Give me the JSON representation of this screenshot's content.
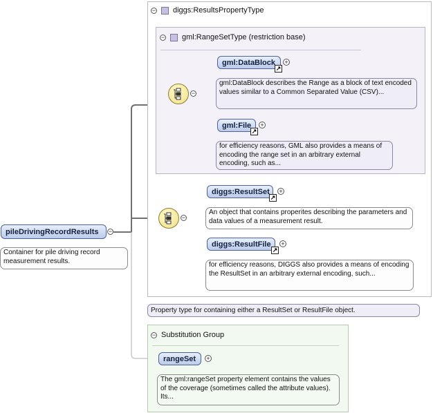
{
  "root": {
    "name": "pileDrivingRecordResults",
    "doc": "Container for pile driving record measurement results."
  },
  "property_type": {
    "title": "diggs:ResultsPropertyType",
    "doc": "Property type for containing either a ResultSet or ResultFile object."
  },
  "rangeset_type": {
    "title": "gml:RangeSetType (restriction base)"
  },
  "choices": {
    "data_block": {
      "name": "gml:DataBlock",
      "doc": "gml:DataBlock describes the Range as a block of text encoded values similar to a Common Separated Value (CSV)..."
    },
    "file": {
      "name": "gml:File",
      "doc": "for efficiency reasons, GML also provides a means of encoding the range set in an arbitrary external encoding, such as..."
    },
    "result_set": {
      "name": "diggs:ResultSet",
      "doc": "An object that contains properites describing the parameters and data values of a measurement result."
    },
    "result_file": {
      "name": "diggs:ResultFile",
      "doc": "for efficiency reasons, DIGGS also provides a means of encoding the ResultSet in an arbitrary external encoding, such..."
    }
  },
  "substitution_group": {
    "title": "Substitution Group",
    "element": "rangeSet",
    "doc": "The gml:rangeSet property element contains the values of the coverage (sometimes called the attribute values). Its..."
  },
  "glyphs": {
    "collapse": "−",
    "expand": "+",
    "reference": "↗"
  }
}
